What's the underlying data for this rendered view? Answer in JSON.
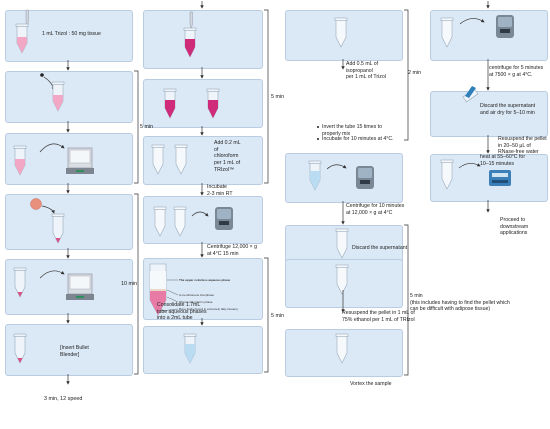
{
  "column1": {
    "step1": "1 mL Trizol : 50 mg tissue",
    "step6": "[Insert Bullet\nBlender]",
    "bottom": "3 min, 12 speed",
    "time_a": "5 min",
    "time_b": "10 min"
  },
  "column2": {
    "chloroform": "Add 0.2 mL\nof\nchloroform\nper 1 mL of\nTRIzol™",
    "incubate": "Incubate\n2-3 min RT",
    "centrifuge": "Centrifuge 12,000 × g\nat 4°C 15 min",
    "consolidate": "Consolidate 1.7mL\ntube aqueous phases\ninto a 2mL tube",
    "time_a": "5 min",
    "time_b": "5 min",
    "phases": {
      "upper": "The upper colorless aqueous phase",
      "membrane": "A membranous interphase",
      "phenol": "Phenol-chloroform phase",
      "bottom": "Bone lipids (found in extremely fatty tissues)"
    }
  },
  "column3": {
    "isopropanol": "Add 0.5 mL of\nisopropanol\nper 1 mL of Trizol",
    "invert": "Invert the tube 15 times to\nproperly mix",
    "incubate": "Incubate for 10 minutes at 4°C.",
    "centrifuge": "Centrifuge for 10 minutes\nat 12,000 × g at 4°C",
    "discard": "Discard the supernatant",
    "ethanol": "Resuspend the pellet in 1 mL of\n75% ethanol per 1 mL of TRIzol",
    "vortex": "Vortex the sample",
    "time_a": "2 min",
    "time_b": "5 min\n(this includes having to find the pellet which\ncan be difficult with adipose tissue)"
  },
  "column4": {
    "centrifuge": "centrifuge for 5 minutes\nat 7500 × g at 4°C.",
    "discard": "Discard the supernatant\nand air dry for 5–10 min",
    "resuspend": "Resuspend the pellet\nin 20–50 μL of\nRNase-free water",
    "heat": "heat at 55–60°C for\n10–15 minutes",
    "proceed": "Proceed to\ndownstream\napplications"
  },
  "colors": {
    "card": "#dbe8f5",
    "tube": "#eef4fa",
    "pink": "#e87ea8",
    "magenta": "#c2186b",
    "arrow": "#333333"
  }
}
